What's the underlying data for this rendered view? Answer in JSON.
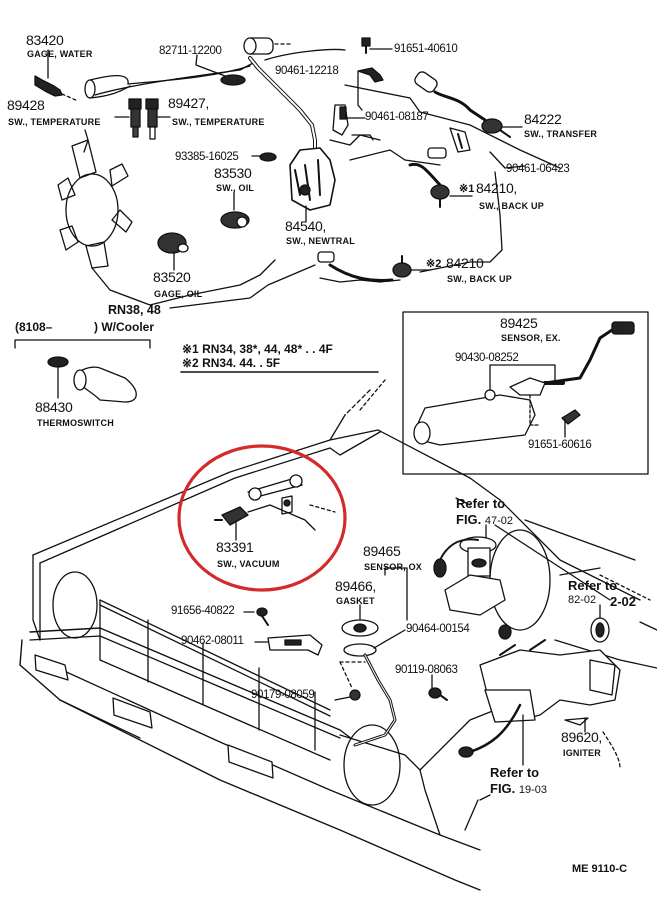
{
  "diagram": {
    "title_code": "ME 9110-C",
    "highlight_color": "#d42a2a",
    "line_color": "#111111",
    "parts": [
      {
        "id": "83420",
        "name": "GAGE, WATER"
      },
      {
        "id": "89428",
        "name": "SW., TEMPERATURE"
      },
      {
        "id": "89427,",
        "name": "SW., TEMPERATURE"
      },
      {
        "id": "82711-12200",
        "name": ""
      },
      {
        "id": "90461-12218",
        "name": ""
      },
      {
        "id": "91651-40610",
        "name": ""
      },
      {
        "id": "90461-08187",
        "name": ""
      },
      {
        "id": "84222",
        "name": "SW., TRANSFER"
      },
      {
        "id": "93385-16025",
        "name": ""
      },
      {
        "id": "83530",
        "name": "SW., OIL"
      },
      {
        "id": "90461-06423",
        "name": ""
      },
      {
        "id": "84210,",
        "name": "SW., BACK UP",
        "mark": "※1"
      },
      {
        "id": "84540,",
        "name": "SW., NEWTRAL"
      },
      {
        "id": "83520",
        "name": "GAGE, OIL"
      },
      {
        "id": "84210",
        "name": "SW., BACK UP",
        "mark": "※2"
      },
      {
        "id": "88430",
        "name": "THERMOSWITCH"
      },
      {
        "id": "89425",
        "name": "SENSOR, EX."
      },
      {
        "id": "90430-08252",
        "name": ""
      },
      {
        "id": "91651-60616",
        "name": ""
      },
      {
        "id": "83391",
        "name": "SW., VACUUM"
      },
      {
        "id": "89465",
        "name": "SENSOR, OX"
      },
      {
        "id": "89466,",
        "name": "GASKET"
      },
      {
        "id": "90464-00154",
        "name": ""
      },
      {
        "id": "91656-40822",
        "name": ""
      },
      {
        "id": "90462-08011",
        "name": ""
      },
      {
        "id": "90119-08063",
        "name": ""
      },
      {
        "id": "90179-08059",
        "name": ""
      },
      {
        "id": "89620,",
        "name": "IGNITER"
      }
    ],
    "model_labels": {
      "rn38_48": "RN38, 48",
      "w_cooler_prefix": "(8108–",
      "w_cooler_suffix": ") W/Cooler"
    },
    "notes": [
      {
        "mark": "※1",
        "text": "RN34, 38*, 44, 48* . . 4F"
      },
      {
        "mark": "※2",
        "text": "RN34. 44. . 5F"
      }
    ],
    "references": [
      {
        "label": "Refer to",
        "fig": "FIG.",
        "num": "47-02"
      },
      {
        "label": "Refer to",
        "fig": "82-02",
        "num": "2-02"
      },
      {
        "label": "Refer to",
        "fig": "FIG.",
        "num": "19-03"
      }
    ]
  }
}
